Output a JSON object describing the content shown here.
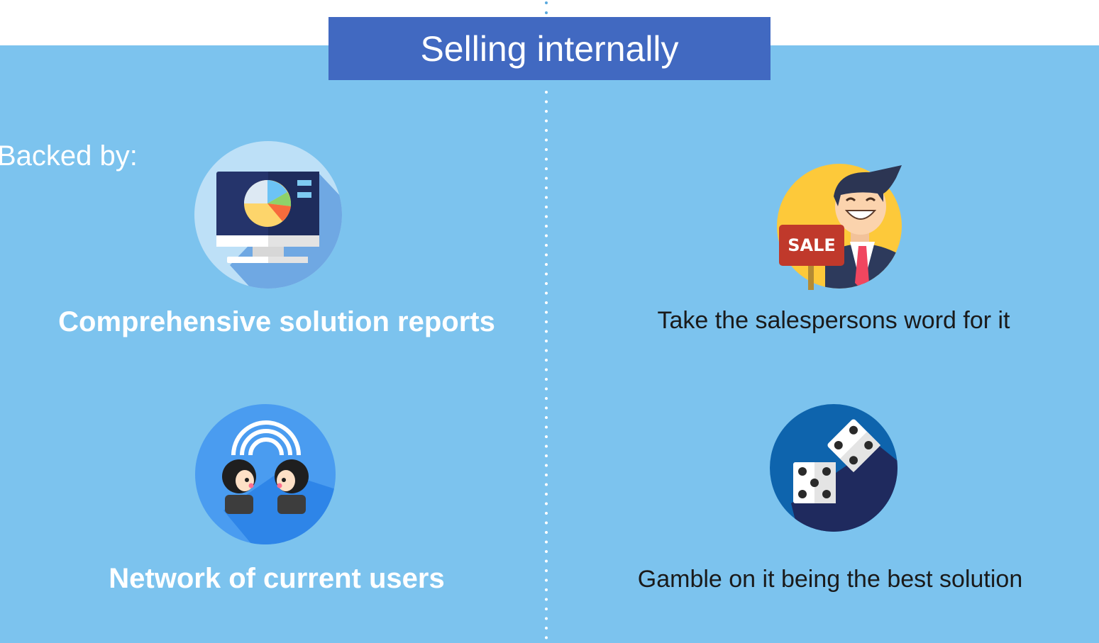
{
  "title": "Selling internally",
  "backed_by": "Backed by:",
  "left_items": [
    {
      "icon": "computer-pie-chart-icon",
      "label": "Comprehensive solution reports"
    },
    {
      "icon": "network-users-icon",
      "label": "Network of current users"
    }
  ],
  "right_items": [
    {
      "icon": "salesperson-icon",
      "label": "Take the salespersons word for it",
      "sign": "SALE"
    },
    {
      "icon": "dice-icon",
      "label": "Gamble on it being the best solution"
    }
  ],
  "colors": {
    "panel": "#7cc3ee",
    "title_bg": "#4169c1",
    "text_light": "#ffffff",
    "text_dark": "#1a1a1a"
  }
}
